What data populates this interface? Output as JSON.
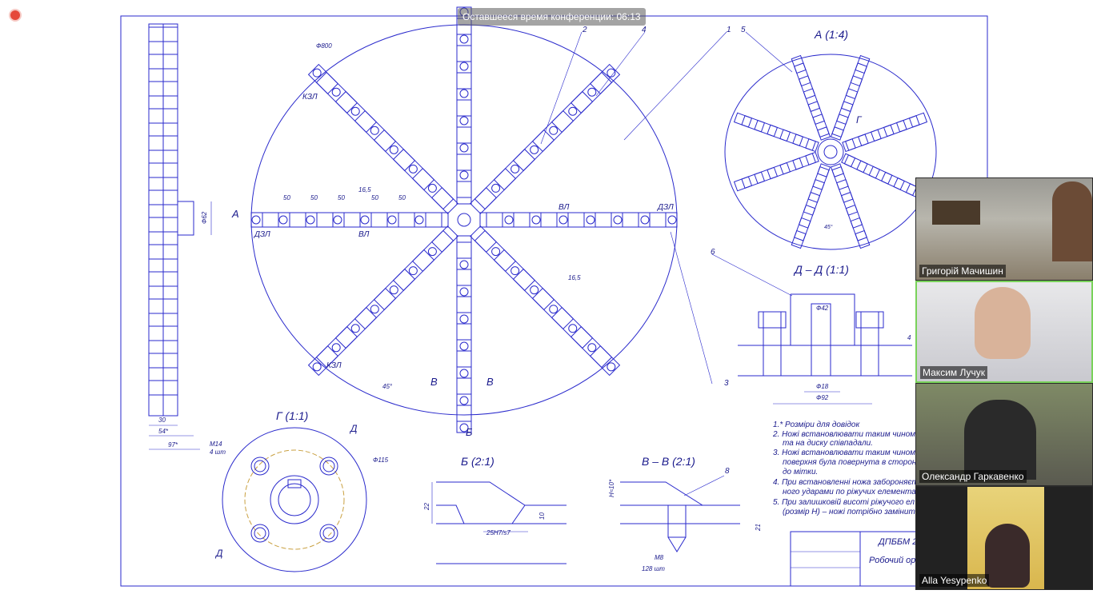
{
  "conference": {
    "timer_label": "Оставшееся время конференции: 06:13"
  },
  "drawing": {
    "colors": {
      "line": "#2a2acc",
      "thin": "#7a7ad6"
    },
    "views": {
      "main_arrow": "А",
      "main_arrow_bottom": "Б",
      "section_a": "А (1:4)",
      "section_dd": "Д – Д (1:1)",
      "section_g": "Г (1:1)",
      "section_b": "Б (2:1)",
      "section_vv": "В – В (2:1)",
      "cut_b1": "В",
      "cut_b2": "В",
      "cut_d1": "Д",
      "cut_d2": "Д",
      "g_mark": "Г"
    },
    "callouts": [
      "1",
      "2",
      "4",
      "5",
      "6",
      "3",
      "8"
    ],
    "blade_labels": {
      "dzl": "ДЗЛ",
      "vl": "ВЛ",
      "kzl": "КЗЛ"
    },
    "dimensions": {
      "d800": "Ф800",
      "d62": "Ф62",
      "d42": "Ф42",
      "d18": "Ф18",
      "d92": "Ф92",
      "d115": "Ф115",
      "fifty": "50",
      "sixteen5": "16,5",
      "angle45": "45°",
      "thirty": "30",
      "fiftyfour": "54*",
      "ninetyseven": "97*",
      "m14": "М14",
      "m14_qty": "4 шт",
      "m8": "М8",
      "m8_qty": "128 шт",
      "b_fit": "25H7/s7",
      "b_22": "22",
      "b_10": "10",
      "vv_h": "Н≈10*",
      "vv_21": "21",
      "dd_4": "4"
    },
    "notes": [
      "1.* Розміри для довідок",
      "2. Ножі встановлювати таким чином,",
      "та на диску співпадали.",
      "3. Ножі встановлювати таким чином,",
      "поверхня була повернута в сторон",
      "до мітки.",
      "4. При встановленні ножа забороняєт",
      "ного ударами по ріжучих елемента",
      "5. При залишковій висоті ріжучого ел",
      "(розмір Н) – ножі потрібно замінит"
    ],
    "title_block": {
      "code": "ДПББМ 2",
      "name": "Робочий орг"
    }
  },
  "participants": [
    {
      "name": "Григорій Мачишин"
    },
    {
      "name": "Максим Лучук"
    },
    {
      "name": "Олександр Гаркавенко"
    },
    {
      "name": "Alla Yesypenko"
    }
  ]
}
